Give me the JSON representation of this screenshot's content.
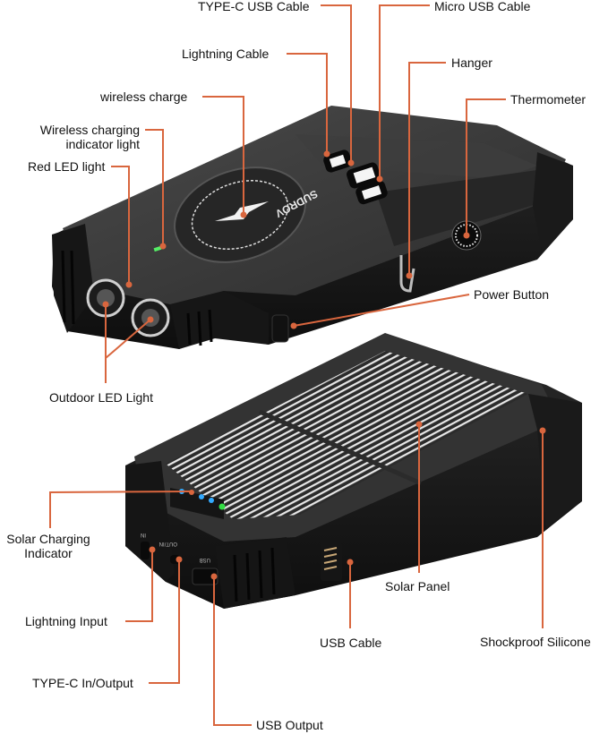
{
  "colors": {
    "leader": "#d9663e",
    "body_dark": "#1c1c1c",
    "body_mid": "#3a3a3a",
    "body_light": "#5a5a5a",
    "led_blue": "#33aaff",
    "led_green": "#33dd44",
    "indicator_green": "#55ee66"
  },
  "device": {
    "brand": "SUDROV"
  },
  "top_view": {
    "labels": {
      "type_c_cable": "TYPE-C USB Cable",
      "micro_usb_cable": "Micro USB Cable",
      "lightning_cable": "Lightning Cable",
      "hanger": "Hanger",
      "wireless_charge": "wireless charge",
      "thermometer": "Thermometer",
      "wireless_indicator_line1": "Wireless charging",
      "wireless_indicator_line2": "indicator light",
      "red_led": "Red LED light",
      "power_button": "Power Button",
      "outdoor_led": "Outdoor LED Light"
    }
  },
  "bottom_view": {
    "labels": {
      "solar_indicator_line1": "Solar Charging",
      "solar_indicator_line2": "Indicator",
      "lightning_input": "Lightning Input",
      "type_c_io": "TYPE-C In/Output",
      "usb_output": "USB Output",
      "usb_cable": "USB Cable",
      "solar_panel": "Solar Panel",
      "shockproof": "Shockproof Silicone"
    },
    "port_marks": {
      "in": "IN",
      "out_in": "OUT/IN",
      "usb": "USB"
    }
  }
}
